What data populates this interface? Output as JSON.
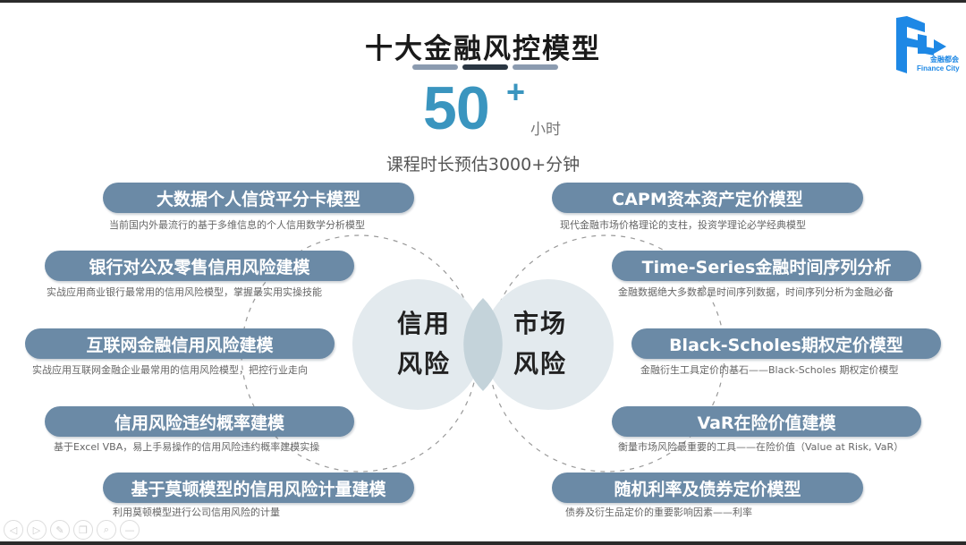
{
  "header": {
    "title": "十大金融风控模型",
    "hours_number": "50",
    "hours_plus": "+",
    "hours_unit": "小时",
    "subtitle": "课程时长预估3000+分钟"
  },
  "logo": {
    "cn": "金融都会",
    "en": "Finance City"
  },
  "center": {
    "left_circle": {
      "line1": "信用",
      "line2": "风险"
    },
    "right_circle": {
      "line1": "市场",
      "line2": "风险"
    }
  },
  "credit_models": [
    {
      "title": "大数据个人信贷平分卡模型",
      "desc": "当前国内外最流行的基于多维信息的个人信用数学分析模型"
    },
    {
      "title": "银行对公及零售信用风险建模",
      "desc": "实战应用商业银行最常用的信用风险模型，掌握最实用实操技能"
    },
    {
      "title": "互联网金融信用风险建模",
      "desc": "实战应用互联网金融企业最常用的信用风险模型，把控行业走向"
    },
    {
      "title": "信用风险违约概率建模",
      "desc": "基于Excel VBA，易上手易操作的信用风险违约概率建模实操"
    },
    {
      "title": "基于莫顿模型的信用风险计量建模",
      "desc": "利用莫顿模型进行公司信用风险的计量"
    }
  ],
  "market_models": [
    {
      "title": "CAPM资本资产定价模型",
      "desc": "现代金融市场价格理论的支柱，投资学理论必学经典模型"
    },
    {
      "title": "Time-Series金融时间序列分析",
      "desc": "金融数据绝大多数都是时间序列数据，时间序列分析为金融必备"
    },
    {
      "title": "Black-Scholes期权定价模型",
      "desc": "金融衍生工具定价的基石——Black-Scholes 期权定价模型"
    },
    {
      "title": "VaR在险价值建模",
      "desc": "衡量市场风险最重要的工具——在险价值（Value at Risk, VaR）"
    },
    {
      "title": "随机利率及债券定价模型",
      "desc": "债券及衍生品定价的重要影响因素——利率"
    }
  ],
  "toolbar": {
    "prev": "◁",
    "next": "▷",
    "pen": "✎",
    "copy": "❐",
    "zoom": "⌕",
    "menu": "—"
  },
  "colors": {
    "pill": "#6b8aa6",
    "accent": "#3a95bf",
    "circle": "#e3eaee",
    "overlap": "#c4d3da"
  }
}
